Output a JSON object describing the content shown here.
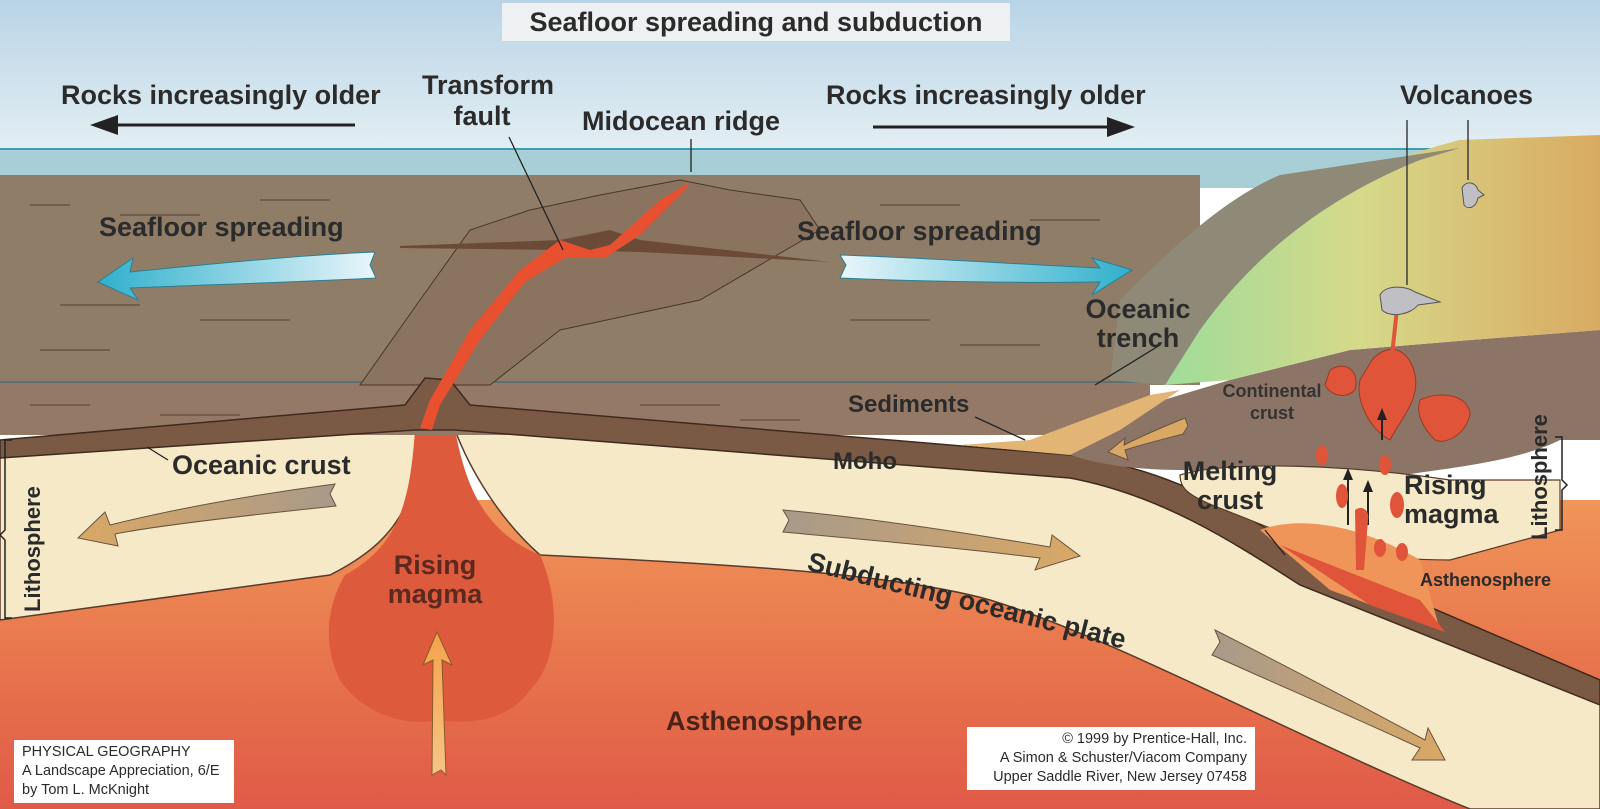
{
  "title": "Seafloor spreading and subduction",
  "labels": {
    "rocks_older_left": "Rocks increasingly older",
    "rocks_older_right": "Rocks increasingly older",
    "transform_fault_line1": "Transform",
    "transform_fault_line2": "fault",
    "midocean_ridge": "Midocean ridge",
    "volcanoes": "Volcanoes",
    "seafloor_spreading_left": "Seafloor spreading",
    "seafloor_spreading_right": "Seafloor spreading",
    "oceanic_trench_line1": "Oceanic",
    "oceanic_trench_line2": "trench",
    "sediments": "Sediments",
    "continental_crust_line1": "Continental",
    "continental_crust_line2": "crust",
    "oceanic_crust": "Oceanic crust",
    "moho": "Moho",
    "melting_crust_line1": "Melting",
    "melting_crust_line2": "crust",
    "rising_magma_right_line1": "Rising",
    "rising_magma_right_line2": "magma",
    "rising_magma_center_line1": "Rising",
    "rising_magma_center_line2": "magma",
    "subducting_plate": "Subducting oceanic plate",
    "asthenosphere_main": "Asthenosphere",
    "asthenosphere_right": "Asthenosphere",
    "lithosphere_left": "Lithosphere",
    "lithosphere_right": "Lithosphere"
  },
  "credits": {
    "left": [
      "PHYSICAL GEOGRAPHY",
      "A Landscape Appreciation, 6/E",
      "by Tom L. McKnight"
    ],
    "right": [
      "© 1999 by Prentice-Hall, Inc.",
      "A Simon & Schuster/Viacom Company",
      "Upper Saddle River, New Jersey 07458"
    ]
  },
  "colors": {
    "sky": "#cfe2ee",
    "ocean": "#a9cfd6",
    "sediment_layer": "#8e7a63",
    "oceanic_crust": "#7a5a44",
    "lithosphere_mantle": "#f5e6c0",
    "asthenosphere": "#e8734a",
    "magma": "#e0553a",
    "continent_green": "#b8d98a",
    "continent_tan": "#d9b56a",
    "arrow_blue": "#3bb6cf",
    "arrow_tan": "#c9a070",
    "text": "#2b2b2b"
  }
}
